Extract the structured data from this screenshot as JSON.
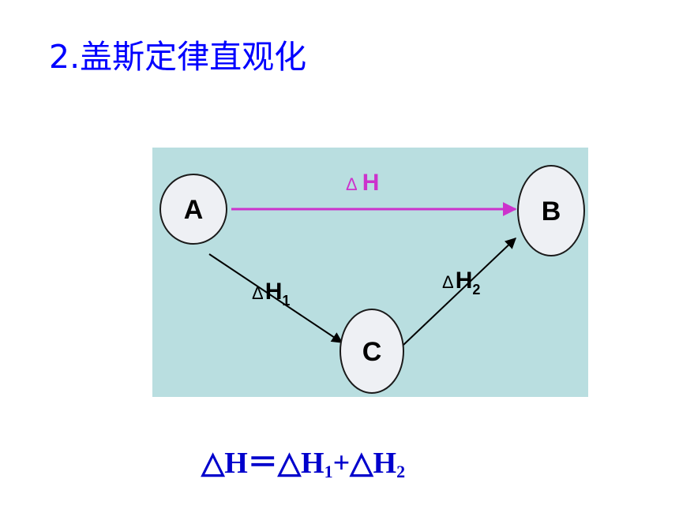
{
  "title": "2.盖斯定律直观化",
  "diagram": {
    "nodes": {
      "a": "A",
      "b": "B",
      "c": "C"
    },
    "edges": {
      "direct": {
        "delta": "Δ",
        "symbol": "H",
        "subscript": "",
        "color": "#cc33cc"
      },
      "first": {
        "delta": "Δ",
        "symbol": "H",
        "subscript": "1",
        "color": "#000000"
      },
      "second": {
        "delta": "Δ",
        "symbol": "H",
        "subscript": "2",
        "color": "#000000"
      }
    },
    "panel_color": "#b9dee0"
  },
  "formula": {
    "lhs_delta": "△",
    "lhs_symbol": "H",
    "equals": "＝",
    "t1_delta": "△",
    "t1_symbol": "H",
    "t1_sub": "1",
    "plus": "+",
    "t2_delta": "△",
    "t2_symbol": "H",
    "t2_sub": "2",
    "color": "#0000cc"
  },
  "colors": {
    "title": "#0000ff"
  }
}
